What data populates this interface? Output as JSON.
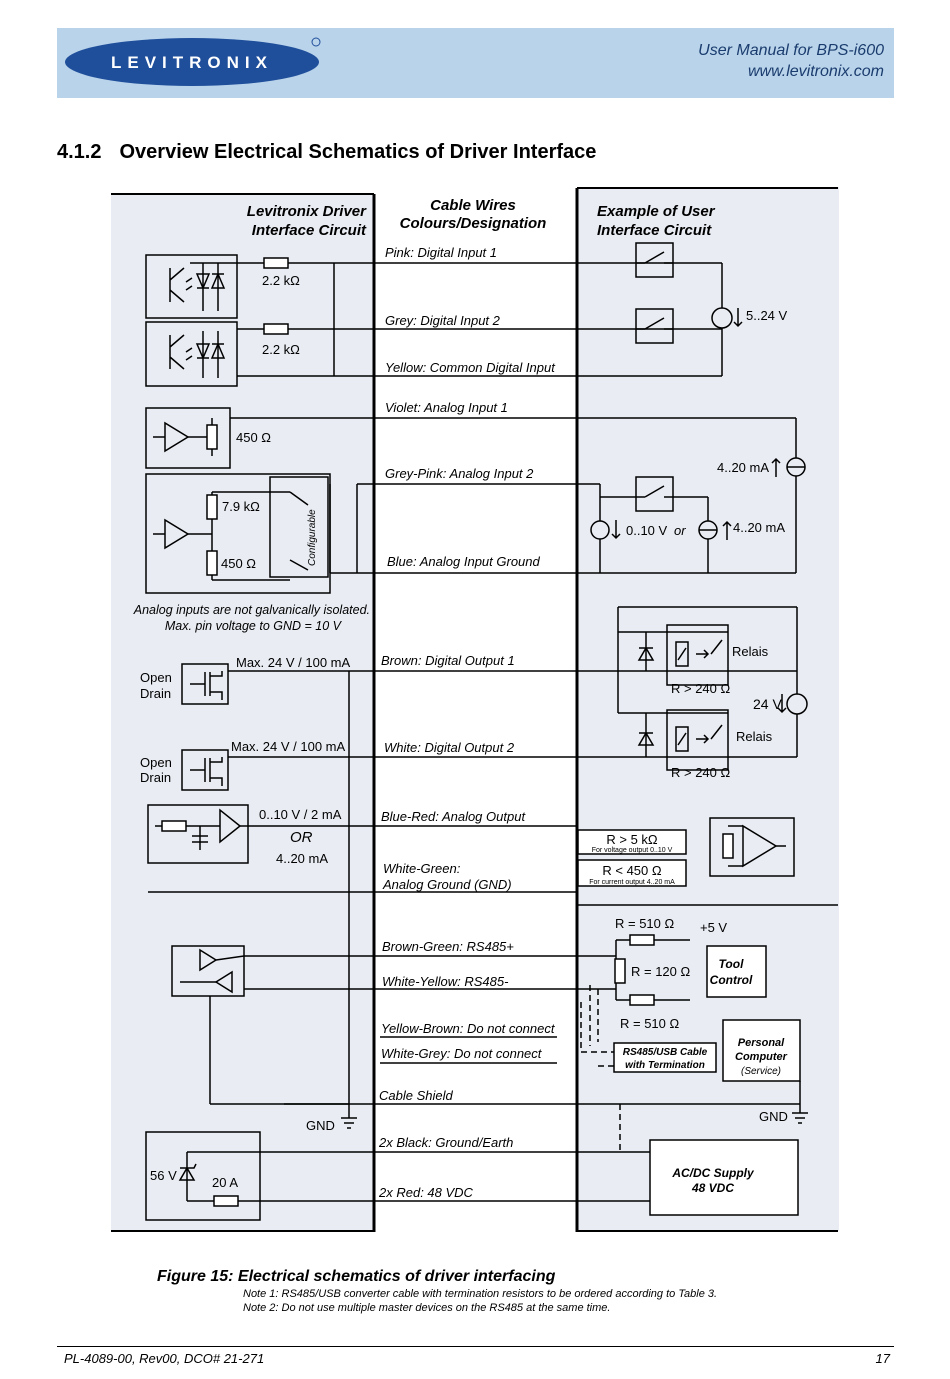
{
  "header": {
    "logo_text": "LEVITRONIX",
    "manual_title": "User Manual for BPS-i600",
    "website": "www.levitronix.com"
  },
  "section": {
    "number": "4.1.2",
    "title": "Overview Electrical Schematics of Driver Interface"
  },
  "schematic": {
    "col_driver_title": [
      "Levitronix Driver",
      "Interface Circuit"
    ],
    "col_wires_title": [
      "Cable Wires",
      "Colours/Designation"
    ],
    "col_user_title": [
      "Example of User",
      "Interface Circuit"
    ],
    "wires": [
      "Pink: Digital Input 1",
      "Grey: Digital Input 2",
      "Yellow: Common Digital Input",
      "Violet: Analog Input 1",
      "Grey-Pink: Analog Input 2",
      "Blue: Analog Input Ground",
      "Brown: Digital Output 1",
      "White: Digital Output 2",
      "Blue-Red: Analog Output",
      "White-Green:",
      "Analog Ground (GND)",
      "Brown-Green: RS485+",
      "White-Yellow: RS485-",
      "Yellow-Brown: Do not connect",
      "White-Grey: Do not connect",
      "Cable Shield",
      "2x Black: Ground/Earth",
      "2x Red: 48 VDC"
    ],
    "driver_labels": {
      "r_di1": "2.2 kΩ",
      "r_di2": "2.2 kΩ",
      "r_ai1": "450 Ω",
      "r_ai2_v": "7.9 kΩ",
      "r_ai2_i": "450 Ω",
      "configurable": "Configurable",
      "analog_note": [
        "Analog inputs are not galvanically isolated.",
        "Max. pin voltage to GND = 10 V"
      ],
      "do1_max": "Max. 24 V / 100 mA",
      "do2_max": "Max. 24 V / 100 mA",
      "open_drain_1": [
        "Open",
        "Drain"
      ],
      "open_drain_2": [
        "Open",
        "Drain"
      ],
      "ao_range_v": "0..10 V / 2 mA",
      "ao_or": "OR",
      "ao_range_i": "4..20 mA",
      "gnd": "GND",
      "zener": "56 V",
      "fuse": "20 A"
    },
    "user_labels": {
      "supply_di": "5..24 V",
      "ai1_current": "4..20 mA",
      "ai2_voltage": "0..10 V",
      "ai2_or": "or",
      "ai2_current": "4..20 mA",
      "relais_1": "Relais",
      "relais_2": "Relais",
      "r_relais_1": "R > 240 Ω",
      "r_relais_2": "R > 240 Ω",
      "supply_do": "24 V",
      "r_ao_v": "R > 5 kΩ",
      "r_ao_v_note": "For voltage output 0..10 V",
      "r_ao_i": "R < 450 Ω",
      "r_ao_i_note": "For current output 4..20 mA",
      "r510_top": "R = 510 Ω",
      "plus5v": "+5 V",
      "r120": "R = 120 Ω",
      "r510_bottom": "R = 510 Ω",
      "tool_control": [
        "Tool",
        "Control"
      ],
      "rs485_cable": [
        "RS485/USB Cable",
        "with Termination"
      ],
      "pc": [
        "Personal",
        "Computer",
        "(Service)"
      ],
      "gnd": "GND",
      "acdc": [
        "AC/DC Supply",
        "48 VDC"
      ]
    }
  },
  "figure": {
    "caption": "Figure 15: Electrical schematics of driver interfacing",
    "note1": "Note 1: RS485/USB converter cable with termination resistors to be ordered according to Table 3.",
    "note2": "Note 2: Do not use multiple master devices on the RS485 at the same time."
  },
  "footer": {
    "doc_id": "PL-4089-00, Rev00, DCO# 21-271",
    "page": "17"
  },
  "colors": {
    "header_band": "#b9d3ea",
    "logo_blue": "#1f4e9b",
    "panel_fill": "#e9edf3"
  }
}
